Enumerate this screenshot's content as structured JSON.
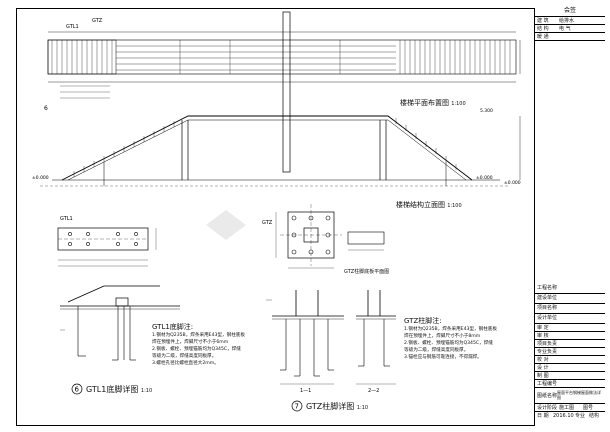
{
  "titleblock": {
    "header": "会签",
    "disciplines": [
      {
        "code": "建 筑",
        "name": "给排水"
      },
      {
        "code": "结 构",
        "name": "电 气"
      },
      {
        "code": "暖 通",
        "name": ""
      }
    ],
    "fields": [
      "工程名称",
      "建设单位",
      "项目名称",
      "设计单位",
      "审 定",
      "审 核",
      "项目负责",
      "专业负责",
      "校 对",
      "设 计",
      "制 图",
      "工程编号"
    ],
    "drawing_name_label": "图纸名称",
    "drawing_name": "屋面平台钢梯屋面做法详图",
    "bottom_fields": [
      "设计阶段",
      "施工图",
      "图号",
      "日 期",
      "2016.10",
      "专业",
      "结构"
    ]
  },
  "plan": {
    "labels": [
      "GTZ",
      "GTL1"
    ],
    "callout": "6",
    "title": "楼梯平面布置图",
    "scale": "1:100"
  },
  "elevation": {
    "title": "楼梯结构立面图",
    "scale": "1:100",
    "levels": [
      "±0.000",
      "5.300",
      "±0.000",
      "±0.000"
    ]
  },
  "gtl1": {
    "label": "GTL1",
    "detail_no": "6",
    "title": "GTL1底脚详图",
    "scale": "1:10",
    "notes_title": "GTL1底脚注:",
    "notes": [
      "1.钢材为Q235B，焊条采用E43型，钢柱底板",
      "  焊在预埋件上，焊脚尺寸不小于6mm",
      "2.钢板、螺栓、预埋锚筋均为Q345C，焊缝",
      "  等级为二级，焊缝高度同板厚。",
      "3.螺栓孔径比螺栓直径大2mm。"
    ]
  },
  "gtz": {
    "label": "GTZ",
    "detail_no": "7",
    "title": "GTZ柱脚详图",
    "scale": "1:10",
    "plan_label": "GTZ柱脚底板平面图",
    "sections": [
      "1—1",
      "2—2"
    ],
    "notes_title": "GTZ柱脚注:",
    "notes": [
      "1.钢材为Q235B，焊条采用E43型，钢柱底板",
      "  焊在预埋件上，焊脚尺寸不小于8mm",
      "2.钢板、螺栓、预埋锚筋均为Q345C，焊缝",
      "  等级为二级，焊缝高度同板厚。",
      "3.锚栓应与钢筋可靠连接，不得漏焊。"
    ]
  }
}
